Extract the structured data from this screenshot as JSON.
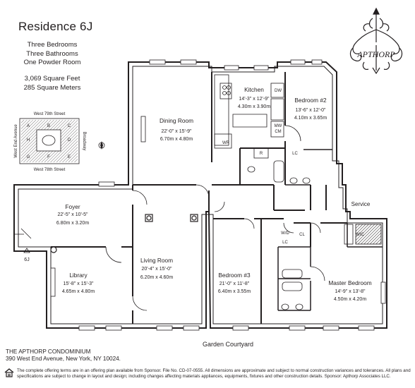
{
  "title": "Residence 6J",
  "summary": {
    "bedrooms": "Three Bedrooms",
    "bathrooms": "Three Bathrooms",
    "powder": "One Powder Room",
    "sqft": "3,069 Square Feet",
    "sqm": "285 Square Meters"
  },
  "keyplan": {
    "north_street": "West 79th Street",
    "south_street": "West 78th Street",
    "west_street": "West End Avenue",
    "east_street": "Broadway",
    "unit_letters": [
      "A",
      "B",
      "C",
      "D",
      "E",
      "F",
      "G",
      "H"
    ]
  },
  "logo_text": "APTHORP",
  "rooms": {
    "dining": {
      "name": "Dining Room",
      "imperial": "22'-0\" x 15'-9\"",
      "metric": "6.70m x 4.80m"
    },
    "kitchen": {
      "name": "Kitchen",
      "imperial": "14'-3\" x 12'-9\"",
      "metric": "4.30m x 3.90m"
    },
    "bedroom2": {
      "name": "Bedroom #2",
      "imperial": "13'-6\" x 12'-0\"",
      "metric": "4.10m x 3.65m"
    },
    "foyer": {
      "name": "Foyer",
      "imperial": "22'-5\" x 10'-5\"",
      "metric": "6.80m x 3.20m"
    },
    "living": {
      "name": "Living Room",
      "imperial": "20'-4\" x 15'-0\"",
      "metric": "6.20m x 4.60m"
    },
    "library": {
      "name": "Library",
      "imperial": "15'-8\" x 15'-3\"",
      "metric": "4.65m x 4.80m"
    },
    "bedroom3": {
      "name": "Bedroom #3",
      "imperial": "21'-0\" x 11'-8\"",
      "metric": "6.40m x 3.55m"
    },
    "master": {
      "name": "Master Bedroom",
      "imperial": "14'-9\" x 13'-8\"",
      "metric": "4.50m x 4.20m"
    }
  },
  "small_labels": {
    "dw": "DW",
    "mw": "MW",
    "cm": "CM",
    "wr": "WR",
    "r": "R",
    "lc": "LC",
    "wd": "W/D",
    "cl": "CL",
    "wic": "WIC",
    "unit": "6J",
    "service": "Service"
  },
  "courtyard": "Garden Courtyard",
  "footer": {
    "line1": "THE APTHORP CONDOMINIUM",
    "line2": "390 West End Avenue, New York, NY 10024.",
    "disclaimer": "The complete offering terms are in an offering plan available from Sponsor. File No. CD-07-0555. All dimensions are approximate and subject to normal construction variances and tolerances. All plans and specifications are subject to change in layout and design; including changes affecting materials appliances, equipments, fixtures and other construction details. Sponsor: Apthorp Associates LLC."
  }
}
